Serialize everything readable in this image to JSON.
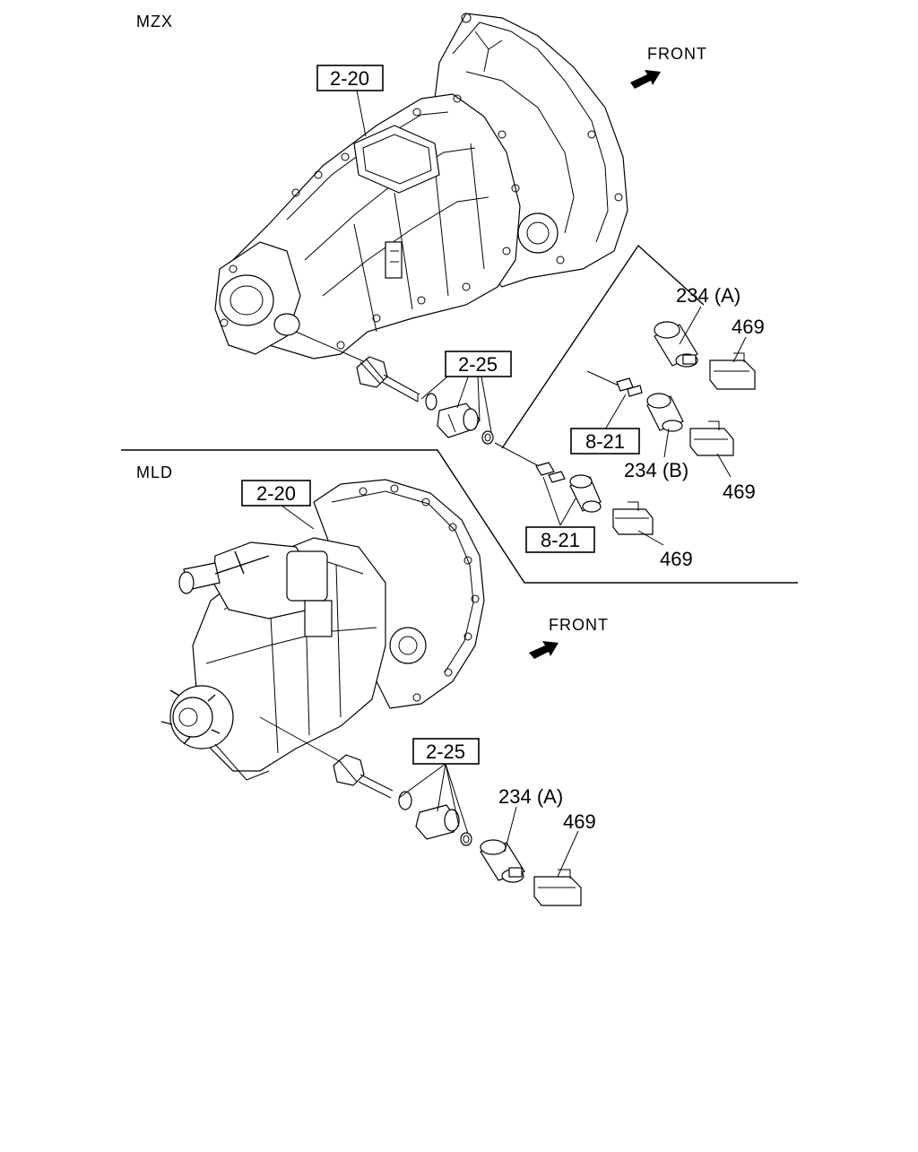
{
  "sections": {
    "upper": {
      "title": "MZX",
      "front": "FRONT"
    },
    "lower": {
      "title": "MLD",
      "front": "FRONT"
    }
  },
  "callouts": {
    "upper_housing": "2-20",
    "upper_gear": "2-25",
    "upper_sensor_a": "234 (A)",
    "upper_clip_a": "469",
    "upper_clip_b": "469",
    "upper_sensor_b": "234 (B)",
    "upper_pin_b": "8-21",
    "upper_pin_c": "8-21",
    "upper_clip_c": "469",
    "lower_housing": "2-20",
    "lower_gear": "2-25",
    "lower_sensor_a": "234 (A)",
    "lower_clip_a": "469"
  }
}
